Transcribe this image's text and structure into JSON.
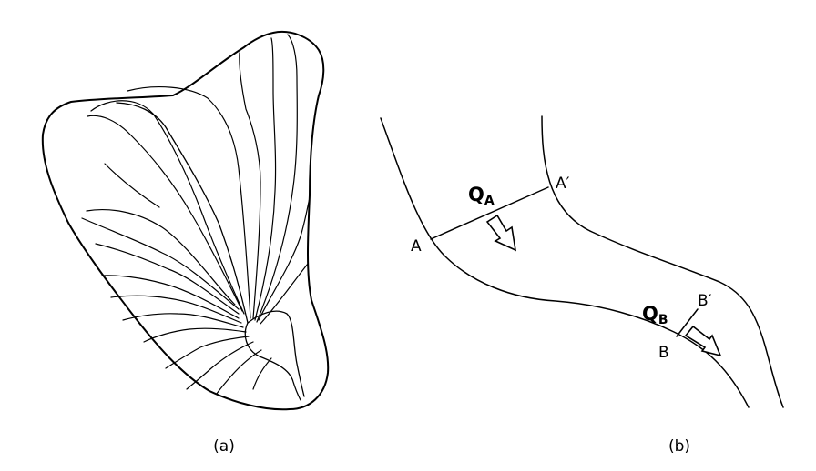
{
  "panels": {
    "a": {
      "caption": "(a)"
    },
    "b": {
      "caption": "(b)",
      "points": {
        "A": "A",
        "A_prime": "A′",
        "B": "B",
        "B_prime": "B′"
      },
      "flows": {
        "qa": {
          "main": "Q",
          "sub": "A"
        },
        "qb": {
          "main": "Q",
          "sub": "B"
        }
      }
    }
  },
  "colors": {
    "line": "#000000",
    "background": "#ffffff"
  }
}
